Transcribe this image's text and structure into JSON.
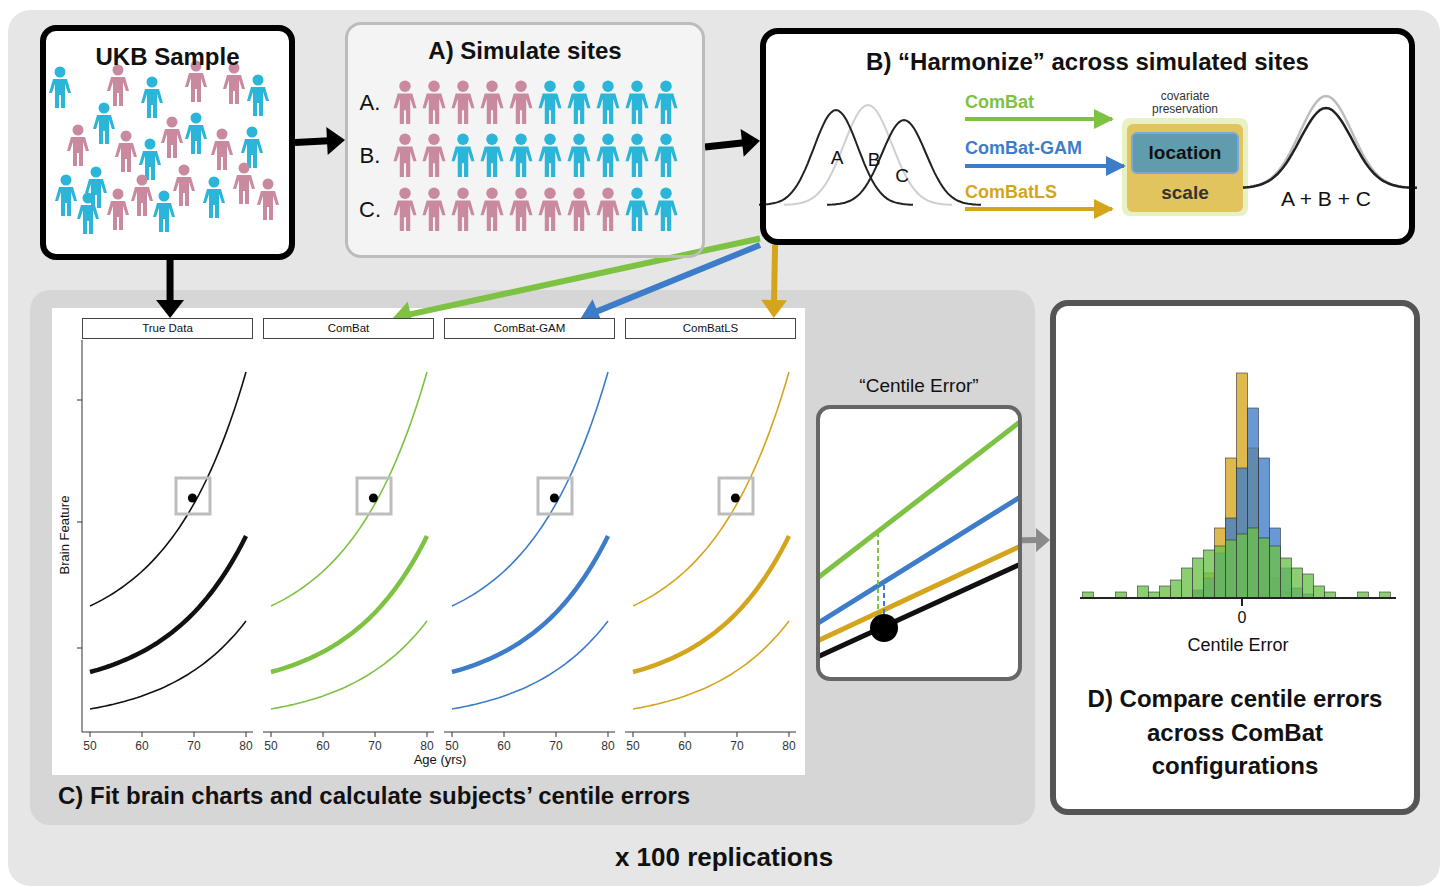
{
  "diagram": {
    "nodes": [
      {
        "text": [
          "x 100 replications"
        ]
      },
      {
        "text": [
          "UKB Sample"
        ],
        "in": 0
      },
      {
        "text": [
          "A) Simulate sites"
        ],
        "in": 0
      },
      {
        "text": [
          "B) “Harmonize” across simulated sites"
        ],
        "in": 0
      },
      {
        "text": [
          "scale"
        ],
        "in": 3
      },
      {
        "text": [
          "location"
        ],
        "in": 4
      },
      {
        "text": [
          "C) Fit brain charts and calculate subjects’ centile errors"
        ],
        "in": 0
      },
      {
        "text": [
          "True Data"
        ],
        "in": 6
      },
      {
        "text": [
          "ComBat"
        ],
        "in": 6
      },
      {
        "text": [
          "ComBat-GAM"
        ],
        "in": 6
      },
      {
        "text": [
          "ComBatLS"
        ],
        "in": 6
      },
      {
        "text": [
          "“Centile Error”"
        ],
        "in": 6
      },
      {
        "text": [
          "D) Compare centile errors across ComBat configurations"
        ],
        "in": 0
      }
    ],
    "edges": [
      {
        "from": 1,
        "to": 2,
        "arrow": "to"
      },
      {
        "from": 2,
        "to": 3,
        "arrow": "to"
      },
      {
        "from": 1,
        "to": 7,
        "arrow": "to"
      },
      {
        "from": 3,
        "to": 8,
        "arrow": "to"
      },
      {
        "from": 3,
        "to": 9,
        "arrow": "to"
      },
      {
        "from": 3,
        "to": 10,
        "arrow": "to"
      },
      {
        "from": 11,
        "to": 12,
        "arrow": "to"
      }
    ],
    "labels": [
      "A.",
      "B.",
      "C.",
      "ComBat",
      "ComBat-GAM",
      "ComBatLS",
      "covariate preservation",
      "A",
      "B",
      "C",
      "A + B + C",
      "Brain Feature",
      "50",
      "60",
      "70",
      "80",
      "50",
      "60",
      "70",
      "80",
      "50",
      "60",
      "70",
      "80",
      "50",
      "60",
      "70",
      "80",
      "Age (yrs)",
      "0",
      "Centile Error"
    ]
  }
}
